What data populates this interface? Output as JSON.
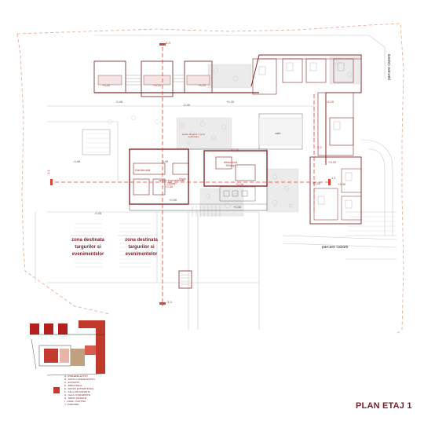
{
  "title": "PLAN ETAJ 1",
  "labels": {
    "parcare_cazare_top": "parcare cazare",
    "parcare_cazare_right": "parcare cazare",
    "biblioteca": "bibliotecă\n300mp",
    "garderoba": "Garderobă",
    "sala_expo": "spatiu expozitional\n250mp",
    "foyer": "foyer",
    "zona_destinata_1": "zona destinata\ntargurilor si\nevenimentelor",
    "zona_destinata_2": "zona destinata\ntargurilor si\nevenimentelor",
    "cafe": "cafe",
    "spatiu_acoperit": "spatiu acoperit / zona\nexterioara"
  },
  "levels": {
    "l1": "+3,20",
    "l2": "+3,20",
    "l3": "+3,20",
    "l4": "-0,45",
    "l5": "-0,30",
    "l6": "+0,20",
    "l7": "+3,20",
    "l8": "-0,45",
    "l9": "-0,45",
    "l10": "+0,00",
    "l11": "+3,30",
    "l12": "+3,20",
    "l13": "+0,30",
    "l14": "+0,30",
    "l15": "+0,30",
    "l16": "-0,45",
    "l17": "+3,20",
    "l18": "+3,30"
  },
  "sections": {
    "s_top": "3-3",
    "s_bottom": "3-3",
    "s_left": "1-1",
    "s_right": "1-1",
    "s_mid": "2-2"
  },
  "legend": [
    "A - ATELIERE ARTIST",
    "B - SPATII CAZARE ARTISTI",
    "C - EXPOZITII",
    "D - BIBLIOTECA",
    "E - SPATIU EXPOZITIONAL",
    "F - SALA POLIVALENTA",
    "G - SALA CONFERINTE",
    "H - SPATII TEHNICE",
    "I - CAFE / CANTINA",
    "J - PARCARE"
  ],
  "colors": {
    "accent": "#7a1f2b",
    "wall": "#8b2a2a",
    "red_line": "#d9433a",
    "dashed": "#e0a890",
    "grey": "#bfbfbf"
  }
}
